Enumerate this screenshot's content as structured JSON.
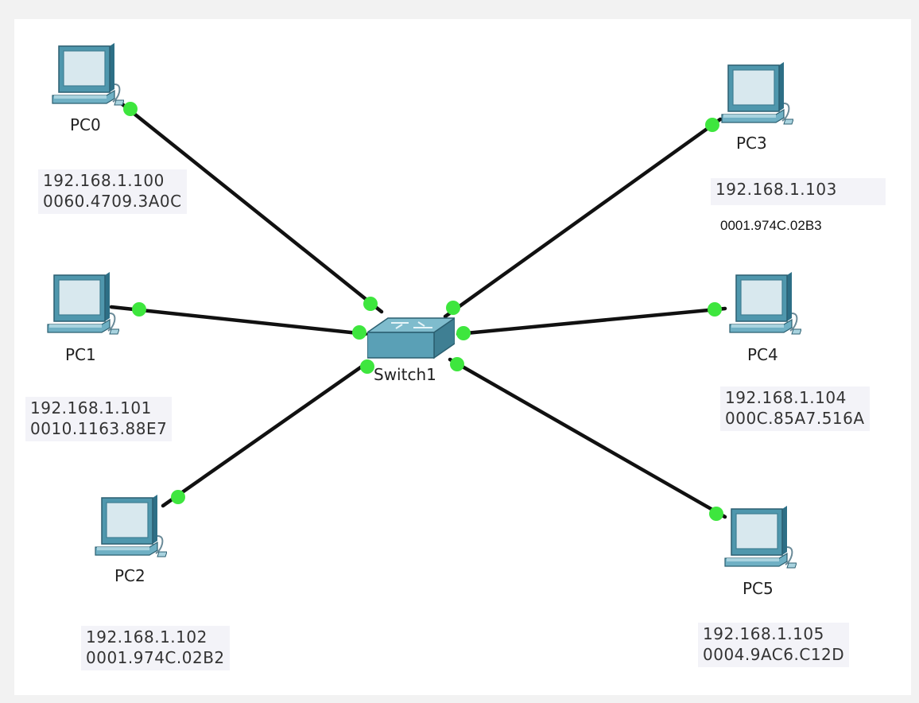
{
  "diagram": {
    "switch": {
      "label": "Switch1"
    },
    "pcs": [
      {
        "label": "PC0",
        "ip": "192.168.1.100",
        "mac": "0060.4709.3A0C"
      },
      {
        "label": "PC1",
        "ip": "192.168.1.101",
        "mac": "0010.1163.88E7"
      },
      {
        "label": "PC2",
        "ip": "192.168.1.102",
        "mac": "0001.974C.02B2"
      },
      {
        "label": "PC3",
        "ip": "192.168.1.103",
        "mac": "0001.974C.02B3"
      },
      {
        "label": "PC4",
        "ip": "192.168.1.104",
        "mac": "000C.85A7.516A"
      },
      {
        "label": "PC5",
        "ip": "192.168.1.105",
        "mac": "0004.9AC6.C12D"
      }
    ],
    "colors": {
      "cable": "#111111",
      "link_light": "#3ee63e",
      "device": "#5aa0b6"
    }
  }
}
